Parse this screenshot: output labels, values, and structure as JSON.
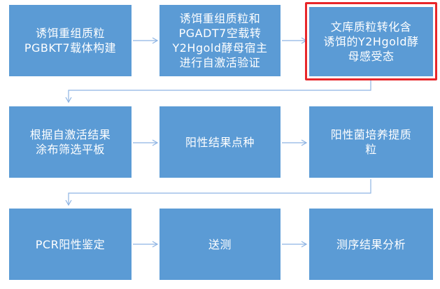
{
  "flowchart": {
    "accent_color": "#5b9bd5",
    "arrow_color": "#8eb4e3",
    "highlight_color": "#e8262a",
    "steps": [
      {
        "label": "诱饵重组质粒\nPGBKT7载体构建"
      },
      {
        "label": "诱饵重组质粒和\nPGADT7空载转\nY2Hgold酵母宿主\n进行自激活验证"
      },
      {
        "label": "文库质粒转化含\n诱饵的Y2Hgold酵\n母感受态"
      },
      {
        "label": "根据自激活结果\n涂布筛选平板"
      },
      {
        "label": "阳性结果点种"
      },
      {
        "label": "阳性菌培养提质\n粒"
      },
      {
        "label": "PCR阳性鉴定"
      },
      {
        "label": "送测"
      },
      {
        "label": "测序结果分析"
      }
    ],
    "highlighted_step": 3
  }
}
